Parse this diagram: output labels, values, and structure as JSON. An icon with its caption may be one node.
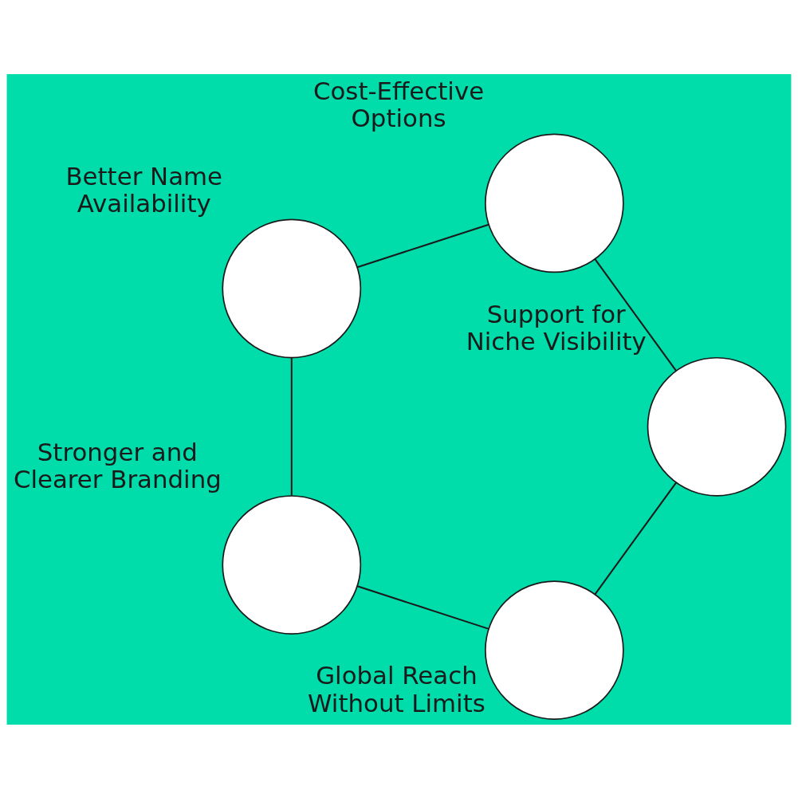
{
  "diagram": {
    "nodes": [
      {
        "text": [
          "Global Reach Without Limits"
        ]
      },
      {
        "text": [
          "Support for Niche Visibility"
        ]
      },
      {
        "text": [
          "Stronger and Clearer Branding"
        ]
      },
      {
        "text": [
          "Cost-Effective Options"
        ]
      },
      {
        "text": [
          "Better Name Availability"
        ]
      }
    ],
    "edges": [
      {
        "from": 0,
        "to": 2,
        "arrow": "none"
      },
      {
        "from": 2,
        "to": 4,
        "arrow": "none"
      },
      {
        "from": 4,
        "to": 3,
        "arrow": "none"
      },
      {
        "from": 3,
        "to": 1,
        "arrow": "none"
      },
      {
        "from": 1,
        "to": 0,
        "arrow": "none"
      }
    ]
  }
}
